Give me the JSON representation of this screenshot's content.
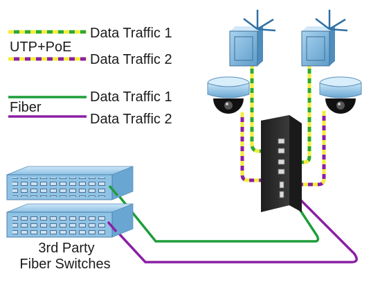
{
  "legend": {
    "utp_group_label": "UTP+PoE",
    "fiber_group_label": "Fiber",
    "items": [
      {
        "label": "Data Traffic 1",
        "medium": "UTP+PoE",
        "color_a": "#f2ee3a",
        "color_b": "#2da836"
      },
      {
        "label": "Data Traffic 2",
        "medium": "UTP+PoE",
        "color_a": "#f2ee3a",
        "color_b": "#8b1fa5"
      },
      {
        "label": "Data Traffic 1",
        "medium": "Fiber",
        "color": "#1f9d3a"
      },
      {
        "label": "Data Traffic 2",
        "medium": "Fiber",
        "color": "#8b1fa5"
      }
    ]
  },
  "devices": {
    "fiber_switches_label_line1": "3rd Party",
    "fiber_switches_label_line2": "Fiber Switches"
  },
  "colors": {
    "fiber_green": "#1f9d3a",
    "fiber_purple": "#8b1fa5",
    "utp_yellow": "#f2ee3a",
    "switch_blue": "#8fc3e6",
    "industrial_switch": "#2b2b2b"
  }
}
